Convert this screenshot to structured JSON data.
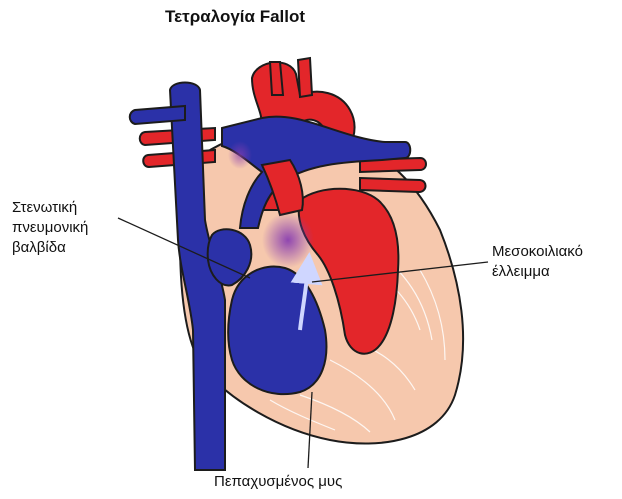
{
  "title": "Τετραλογία Fallot",
  "labels": {
    "stenosis": [
      "Στενωτική",
      "πνευμονική",
      "βαλβίδα"
    ],
    "vsd": [
      "Μεσοκοιλιακό",
      "έλλειμμα"
    ],
    "muscle": "Πεπαχυσμένος μυς"
  },
  "colors": {
    "blood_oxygenated": "#e3262a",
    "blood_deoxygenated": "#2b31a8",
    "muscle": "#f6c8ad",
    "outline": "#1c1c1c",
    "mixing": "#8a3fb0"
  }
}
